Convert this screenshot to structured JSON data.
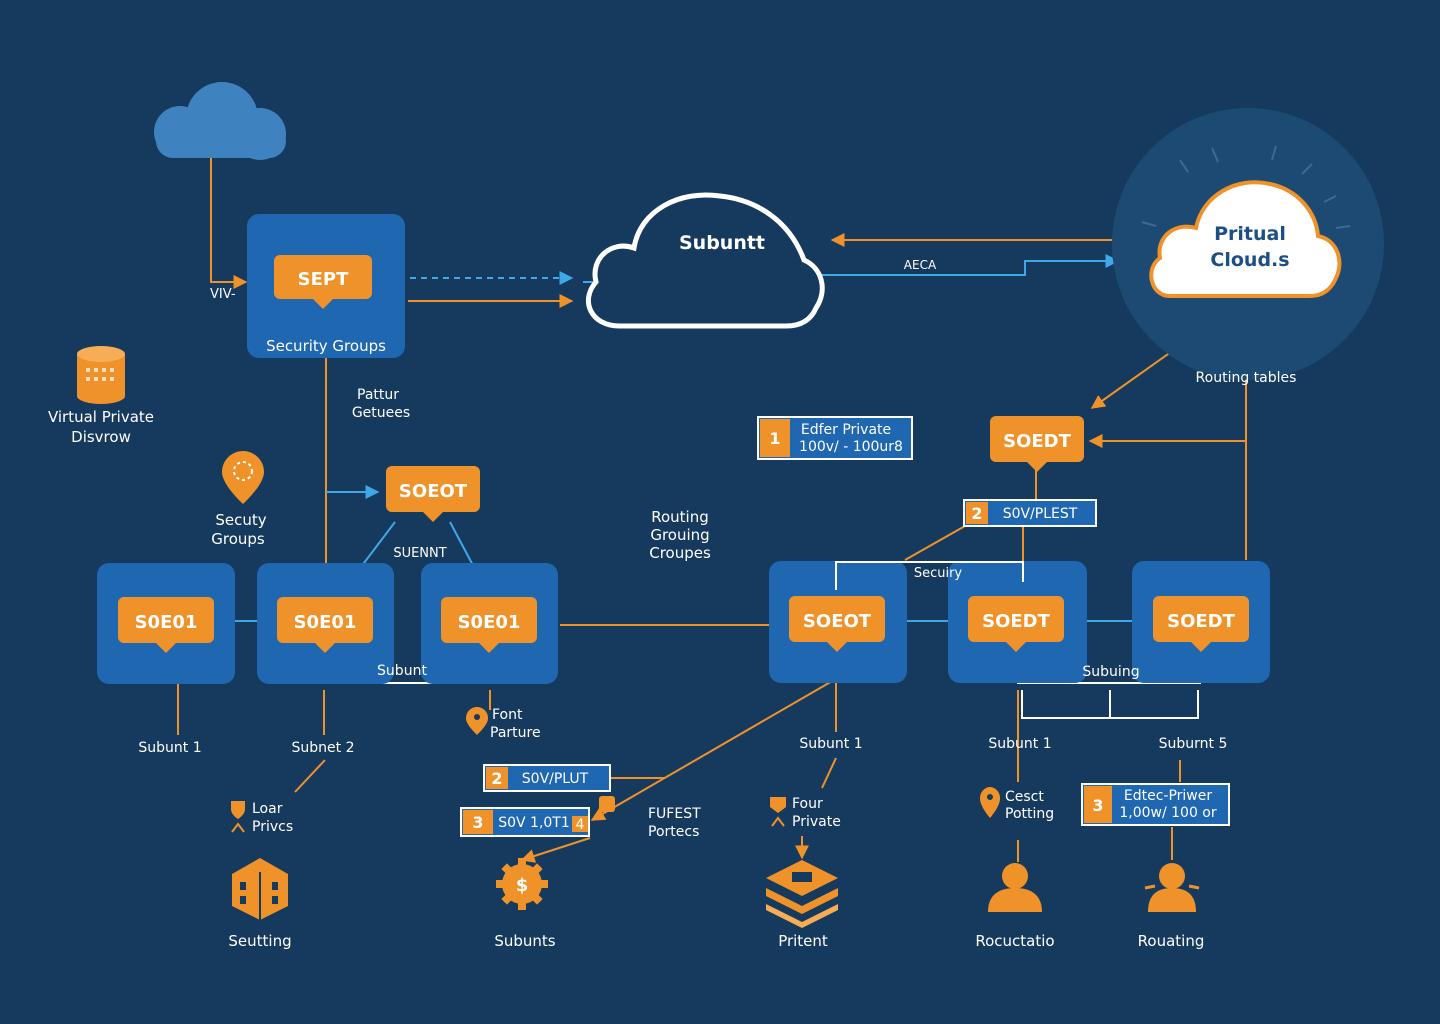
{
  "colors": {
    "background": "#163a5e",
    "panel": "#1f67b0",
    "accent_orange": "#f0922a",
    "accent_blue": "#3ea8e8",
    "cloud_light": "#3f82c0"
  },
  "top": {
    "viv_label": "VIV-",
    "sept_tag": "SEPT",
    "security_groups_panel_label": "Security Groups",
    "center_cloud_label": "Subuntt",
    "aeca_label": "AECA",
    "right_cloud_label_line1": "Pritual",
    "right_cloud_label_line2": "Cloud.s",
    "routing_tables_label": "Routing tables"
  },
  "left": {
    "vpd_label_line1": "Virtual Private",
    "vpd_label_line2": "Disvrow",
    "security_groups_label_line1": "Secuty",
    "security_groups_label_line2": "Groups",
    "pattur_label_line1": "Pattur",
    "pattur_label_line2": "Getuees"
  },
  "middle": {
    "soeot_tag_mid": "SOEOT",
    "suennt_label": "SUENNT",
    "routing_label_line1": "Routing",
    "routing_label_line2": "Grouing",
    "routing_label_line3": "Croupes",
    "badge1_num": "1",
    "badge1_line1": "Edfer Private",
    "badge1_line2": "100v/ - 100ur8",
    "right_soeot_tag": "SOEDT",
    "badge2r_num": "2",
    "badge2r_text": "S0V/PLEST"
  },
  "subnets_left": {
    "panel1_tag": "S0E01",
    "panel2_tag": "S0E01",
    "panel3_tag": "S0E01",
    "bridge_label": "Subunt",
    "subnet1_label": "Subunt 1",
    "subnet2_label": "Subnet 2"
  },
  "subnets_right": {
    "panel1_tag": "SOEOT",
    "panel2_tag": "SOEDT",
    "panel3_tag": "SOEDT",
    "security_bridge_label": "Secuiry",
    "subuing_label": "Subuing",
    "subnet1a_label": "Subunt 1",
    "subnet1b_label": "Subunt 1",
    "subnet5_label": "Suburnt 5"
  },
  "bottom": {
    "font_parture_line1": "Font",
    "font_parture_line2": "Parture",
    "badge2_num": "2",
    "badge2_text": "S0V/PLUT",
    "badge3_num": "3",
    "badge3_text": "S0V 1,0T1",
    "badge3_corner": "4",
    "fufest_line1": "FUFEST",
    "fufest_line2": "Portecs",
    "loar_line1": "Loar",
    "loar_line2": "Privcs",
    "four_line1": "Four",
    "four_line2": "Private",
    "cesct_line1": "Cesct",
    "cesct_line2": "Potting",
    "badge3r_num": "3",
    "badge3r_line1": "Edtec-Priwer",
    "badge3r_line2": "1,00w/ 100 or",
    "seutting_label": "Seutting",
    "subunts_label": "Subunts",
    "pritent_label": "Pritent",
    "rocuctatio_label": "Rocuctatio",
    "rouating_label": "Rouating"
  }
}
